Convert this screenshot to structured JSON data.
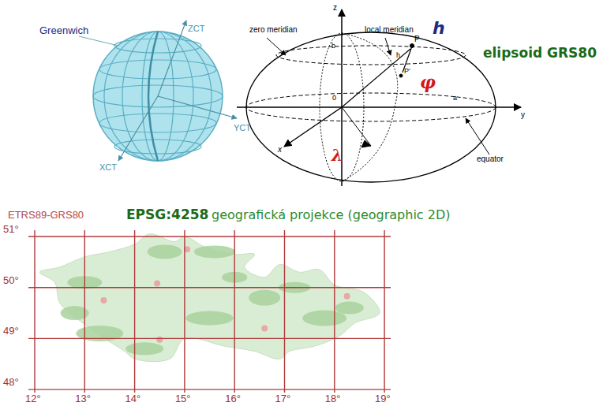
{
  "diagram": {
    "labels": [
      "Greenwich",
      "ZCT",
      "YCT",
      "XCT",
      "z",
      "zero meridian",
      "local meridian",
      "b",
      "P",
      "h",
      "h",
      "P'",
      "φ",
      "0",
      "a",
      "y",
      "elipsoid GRS80",
      "x",
      "λ",
      "equator",
      "ETRS89-GRS80",
      "EPSG:4258",
      "geografická projekce (geographic 2D)",
      "51°",
      "50°",
      "49°",
      "48°",
      "12°",
      "13°",
      "14°",
      "15°",
      "16°",
      "17°",
      "18°",
      "19°"
    ]
  }
}
